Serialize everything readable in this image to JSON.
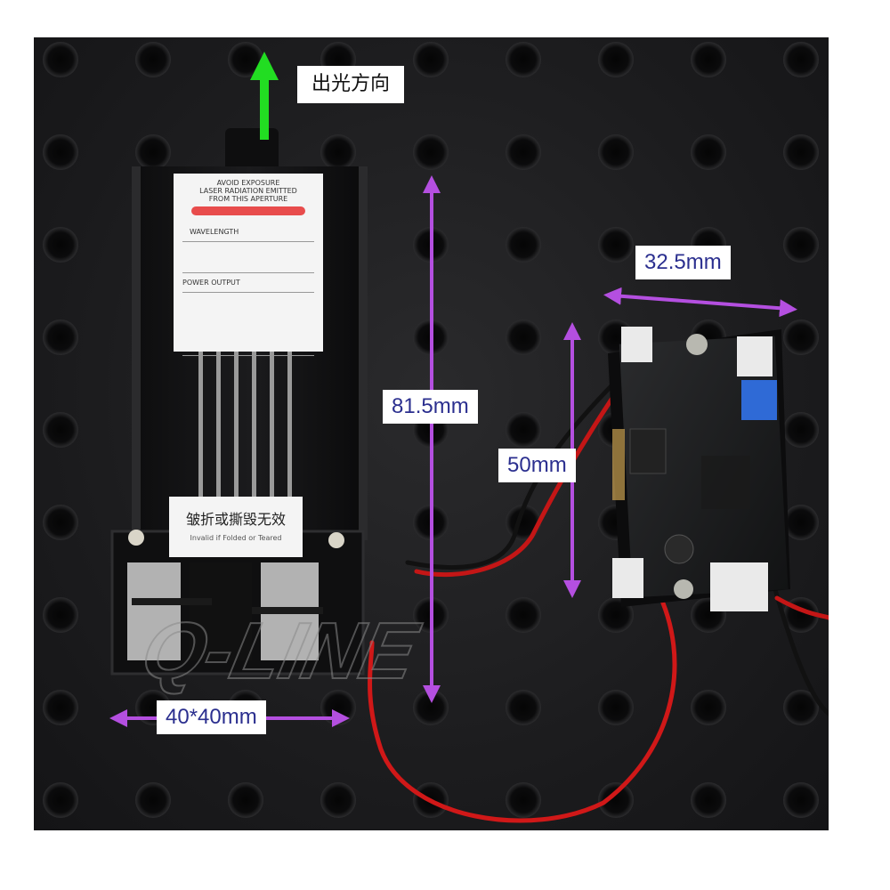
{
  "labels": {
    "direction": "出光方向",
    "height_laser": "81.5mm",
    "width_driver": "32.5mm",
    "height_driver": "50mm",
    "base": "40*40mm"
  },
  "sticker": {
    "warning_top": "AVOID EXPOSURE",
    "warning_line2": "LASER RADIATION EMITTED",
    "warning_line3": "FROM THIS APERTURE",
    "wavelength_label": "WAVELENGTH",
    "power_output": "POWER OUTPUT",
    "caution_cn": "皱折或撕毁无效",
    "caution_en": "Invalid if Folded or Teared"
  },
  "watermark": "Q-LINE",
  "colors": {
    "arrow_green": "#22dd22",
    "dimension_purple": "#b44fe0",
    "label_text": "#2b2f8f"
  }
}
